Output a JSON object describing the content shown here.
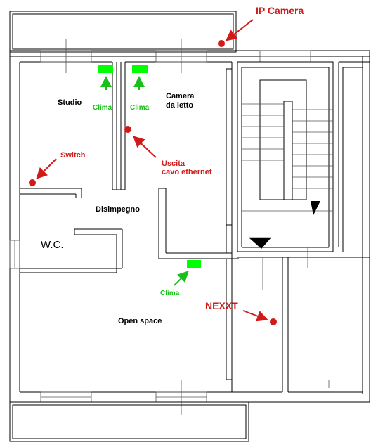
{
  "rooms": {
    "studio": "Studio",
    "camera_line1": "Camera",
    "camera_line2": "da letto",
    "disimpegno": "Disimpegno",
    "wc": "W.C.",
    "open_space": "Open space"
  },
  "annotations": {
    "ip_camera": "IP Camera",
    "switch": "Switch",
    "uscita_line1": "Uscita",
    "uscita_line2": "cavo ethernet",
    "nexxt": "NEXXT"
  },
  "clima": {
    "studio": "Clima",
    "camera": "Clima",
    "open_space": "Clima"
  },
  "colors": {
    "annotation": "#d11a1a",
    "clima": "#18c018",
    "clima_unit": "#00ff00",
    "wall": "#000000"
  }
}
